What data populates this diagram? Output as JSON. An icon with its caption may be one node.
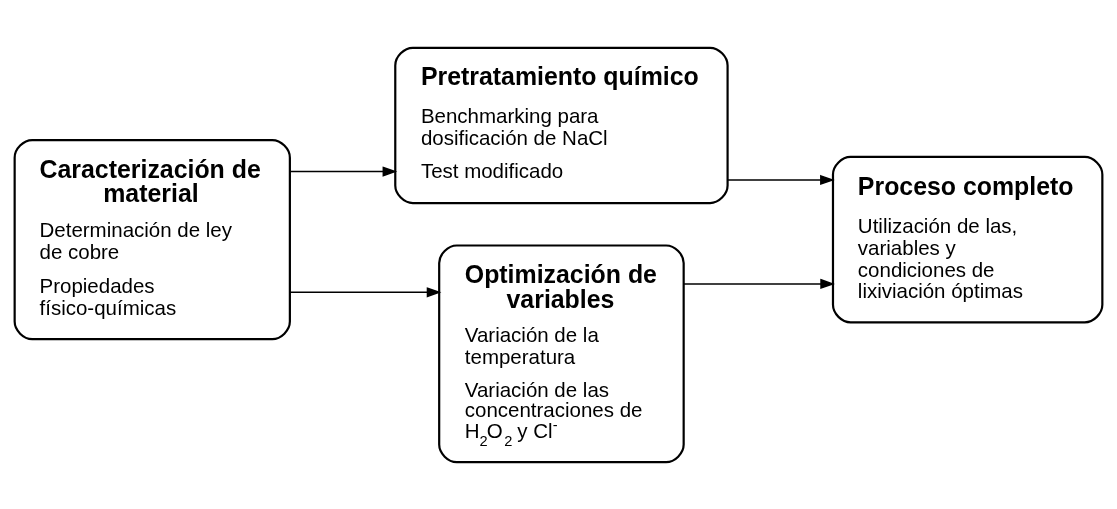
{
  "diagram": {
    "nodes": [
      {
        "text": [
          "Caracterización de material",
          "Determinación de ley de cobre",
          "Propiedades físico-químicas"
        ]
      },
      {
        "text": [
          "Pretratamiento químico",
          "Benchmarking para dosificación de NaCl",
          "Test modificado"
        ]
      },
      {
        "text": [
          "Optimización de variables",
          "Variación de la temperatura",
          "Variación de las concentraciones de H$_{2}$O$_{2}$ y Cl$^{-}$"
        ]
      },
      {
        "text": [
          "Proceso completo",
          "Utilización de las, variables y condiciones de lixiviación óptimas"
        ]
      }
    ],
    "edges": [
      {
        "from": 0,
        "to": 1,
        "arrow": "to"
      },
      {
        "from": 0,
        "to": 2,
        "arrow": "to"
      },
      {
        "from": 1,
        "to": 3,
        "arrow": "to"
      },
      {
        "from": 2,
        "to": 3,
        "arrow": "to"
      }
    ]
  }
}
